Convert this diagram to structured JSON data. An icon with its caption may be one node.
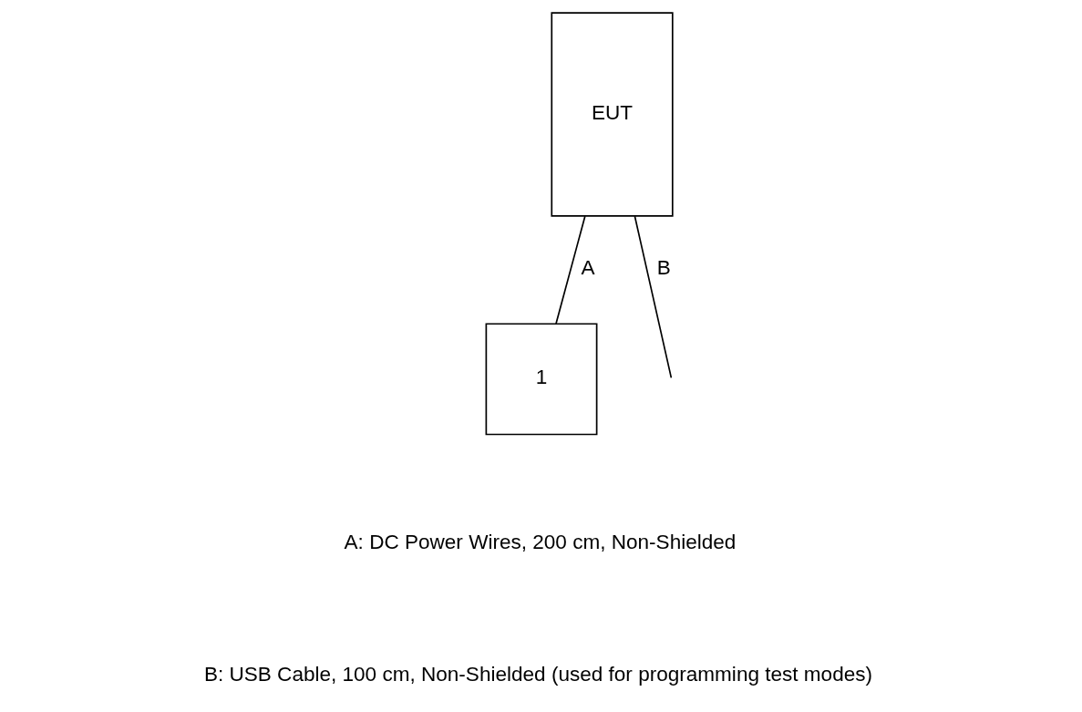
{
  "diagram": {
    "nodes": [
      {
        "text": [
          "EUT"
        ]
      },
      {
        "text": [
          "1"
        ]
      }
    ],
    "edges": [
      {
        "from": 0,
        "to": 1,
        "arrow": "none",
        "label": "A"
      },
      {
        "from": 0,
        "to": null,
        "arrow": "none",
        "label": "B"
      }
    ],
    "labels": [
      "A: DC Power Wires, 200 cm, Non-Shielded",
      "B: USB Cable, 100 cm, Non-Shielded (used for programming test modes)"
    ]
  }
}
